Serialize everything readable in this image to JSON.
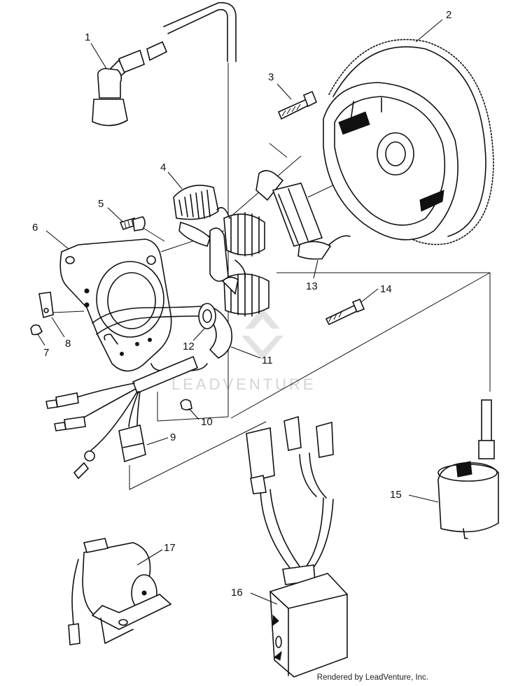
{
  "labels": {
    "l1": "1",
    "l2": "2",
    "l3": "3",
    "l4": "4",
    "l5": "5",
    "l6": "6",
    "l7": "7",
    "l8": "8",
    "l9": "9",
    "l10": "10",
    "l11": "11",
    "l12": "12",
    "l13": "13",
    "l14": "14",
    "l15": "15",
    "l16": "16",
    "l17": "17"
  },
  "watermark": "LEADVENTURE",
  "footer": "Rendered by LeadVenture, Inc."
}
